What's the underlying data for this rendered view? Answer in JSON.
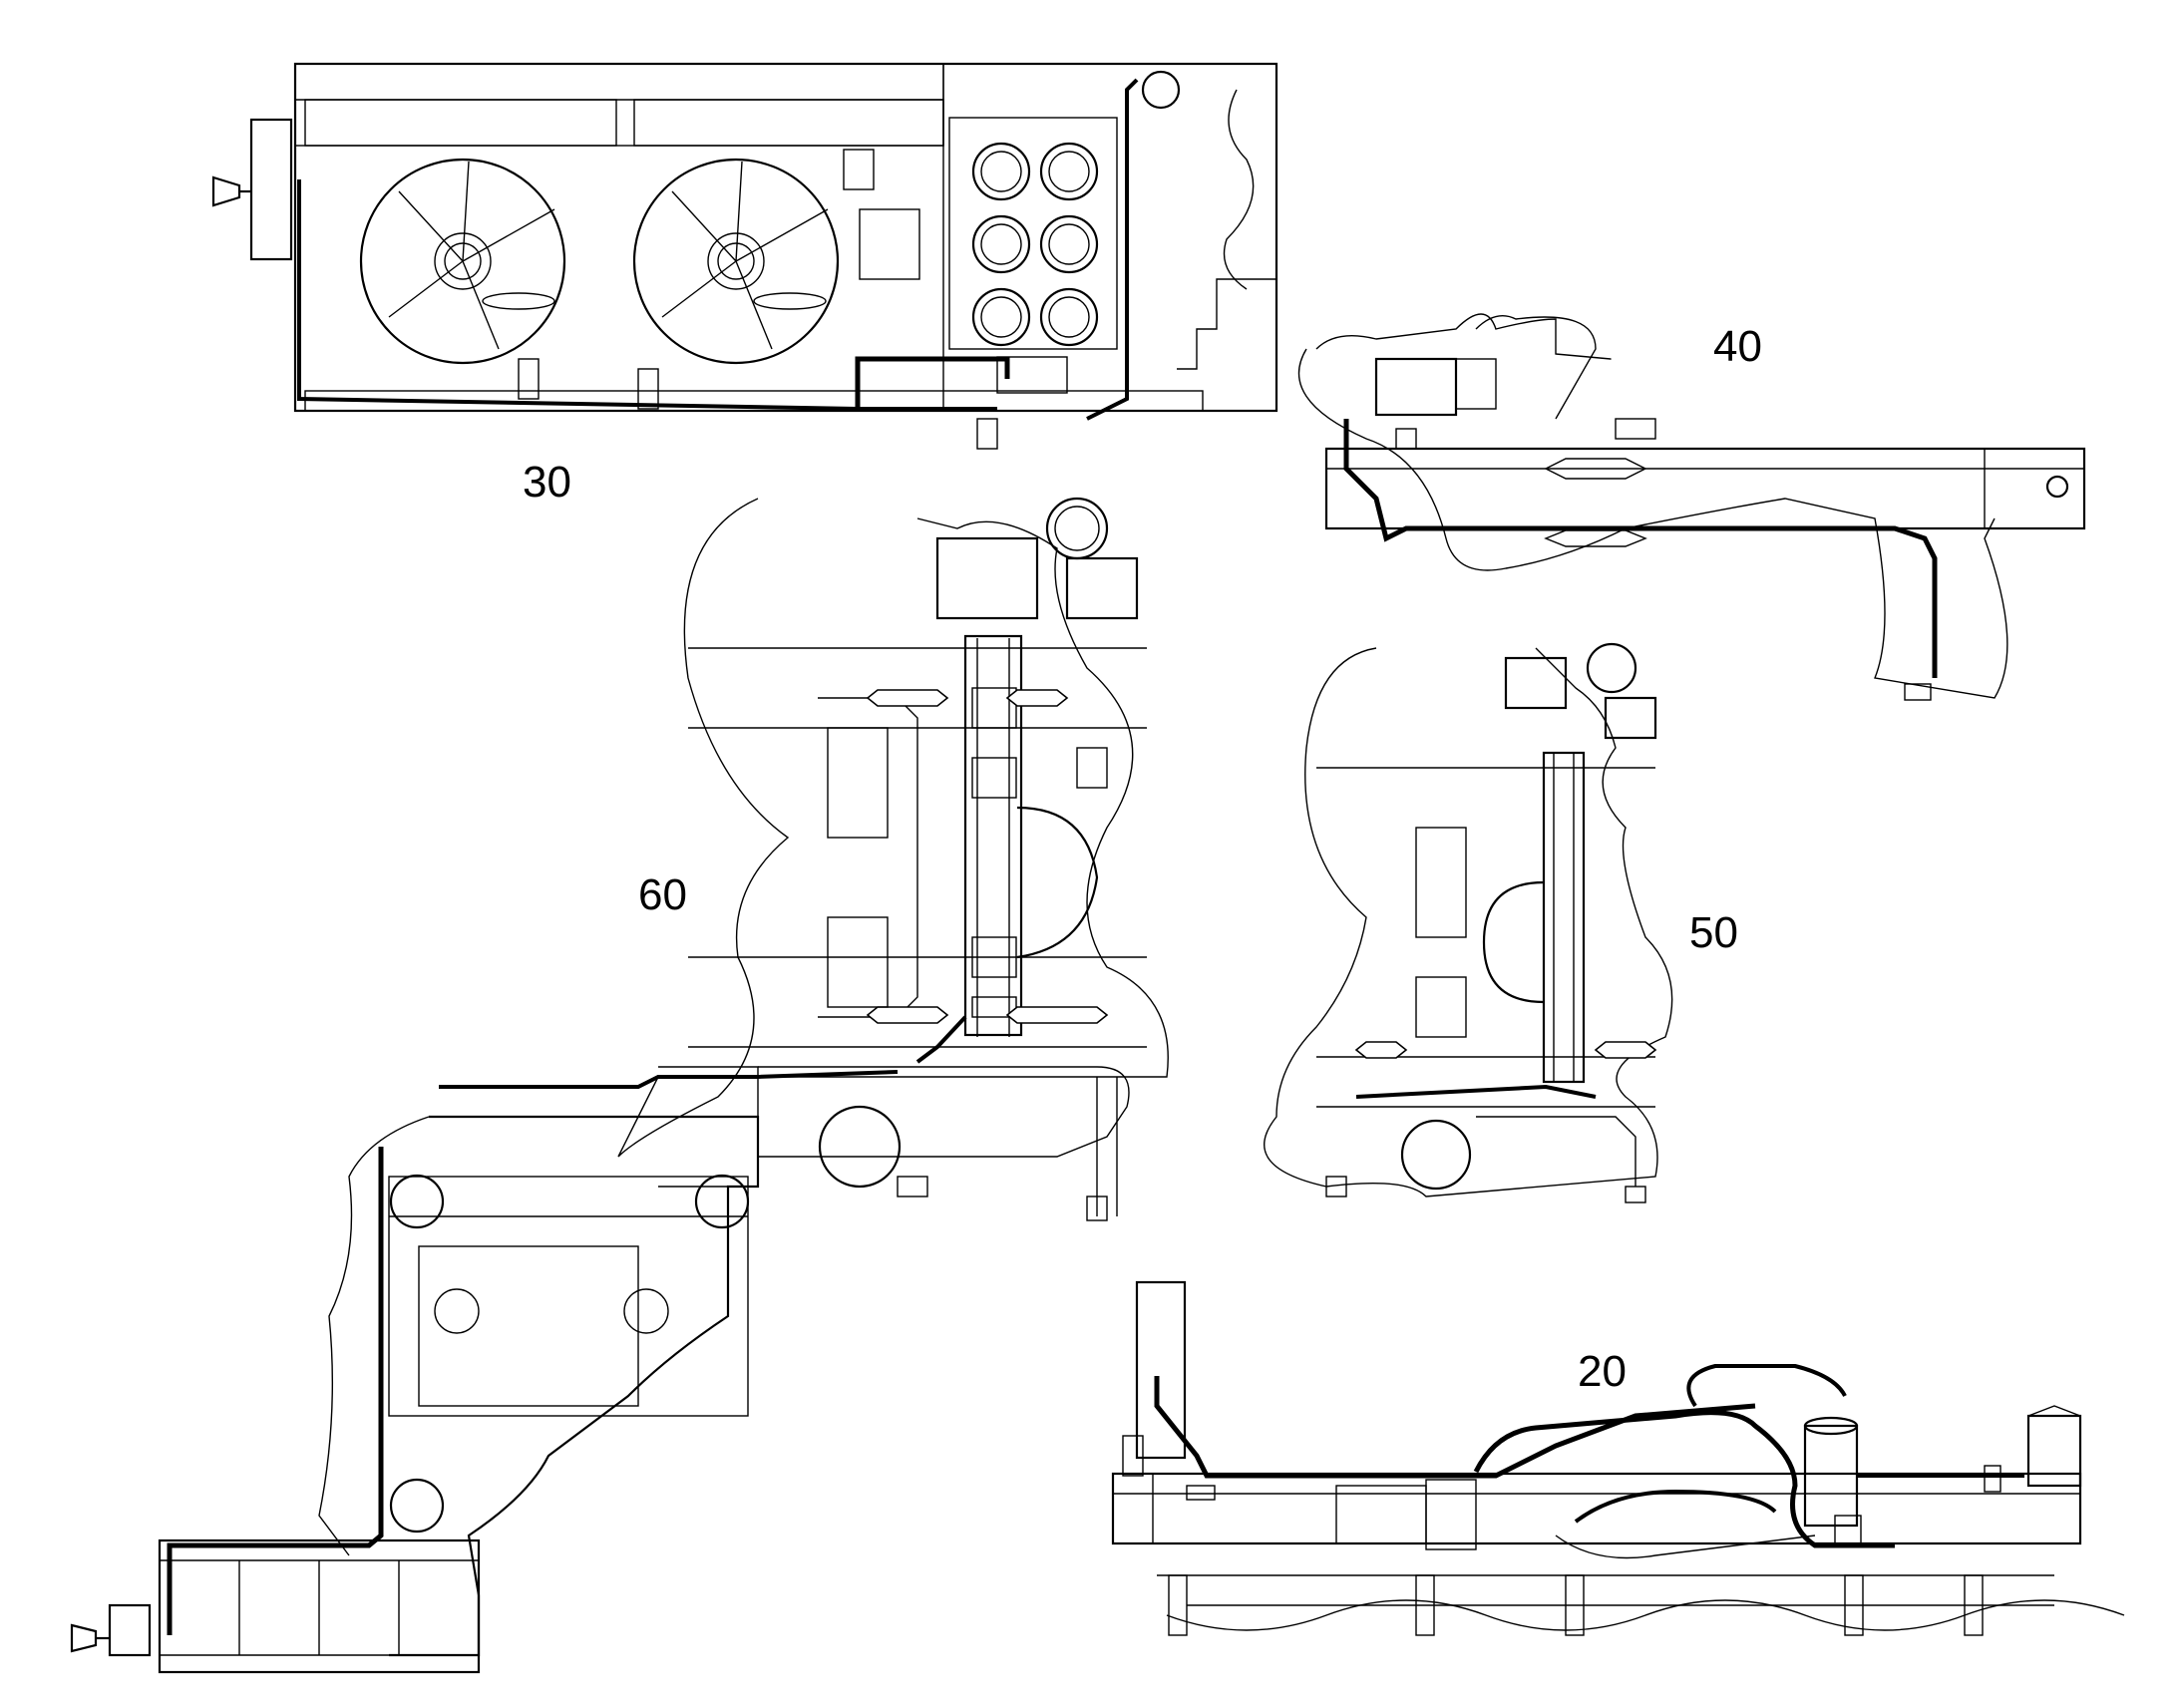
{
  "views": [
    {
      "id": "view-30",
      "label": "30"
    },
    {
      "id": "view-40",
      "label": "40"
    },
    {
      "id": "view-60",
      "label": "60"
    },
    {
      "id": "view-50",
      "label": "50"
    },
    {
      "id": "view-20",
      "label": "20"
    }
  ],
  "colors": {
    "line": "#000000",
    "background": "#ffffff"
  }
}
